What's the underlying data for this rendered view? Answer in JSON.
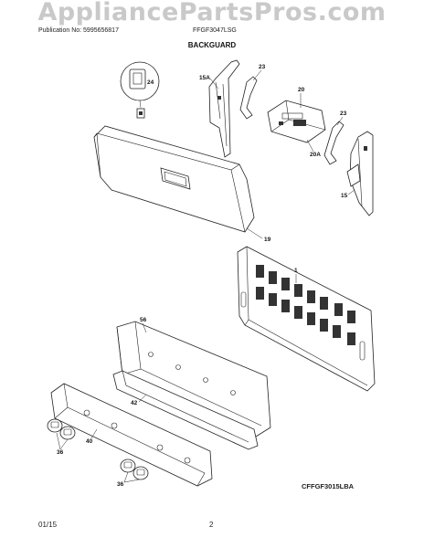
{
  "watermark": "AppliancePartsPros.com",
  "header": {
    "publication": "Publication No: 5995656817",
    "model": "FFGF3047LSG"
  },
  "section_title": "BACKGUARD",
  "callouts": {
    "c24": "24",
    "c15A": "15A",
    "c23a": "23",
    "c20": "20",
    "c23b": "23",
    "c20A": "20A",
    "c15": "15",
    "c19": "19",
    "c1": "1",
    "c56": "56",
    "c42": "42",
    "c40": "40",
    "c36a": "36",
    "c36b": "36"
  },
  "drawing_code": "CFFGF3015LBA",
  "footer": {
    "date": "01/15",
    "page": "2"
  }
}
